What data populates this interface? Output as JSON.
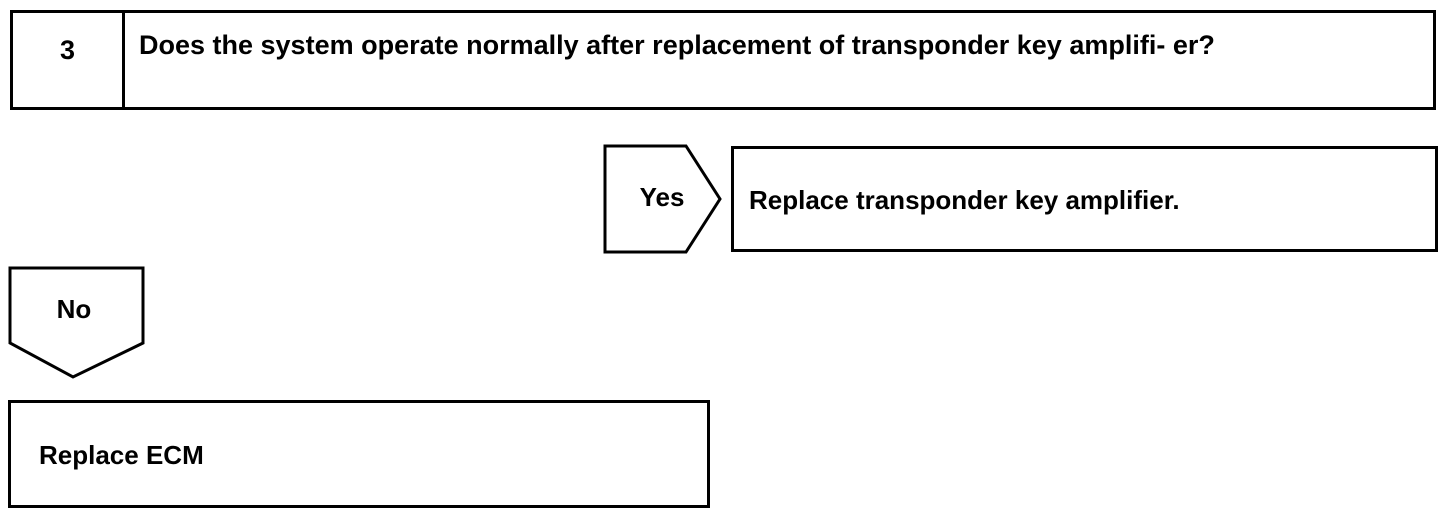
{
  "step": {
    "number": "3",
    "question": "Does the system operate normally after replacement of transponder key amplifi- er?"
  },
  "branches": {
    "yes": {
      "label": "Yes",
      "action": "Replace transponder key amplifier."
    },
    "no": {
      "label": "No",
      "action": "Replace ECM"
    }
  }
}
